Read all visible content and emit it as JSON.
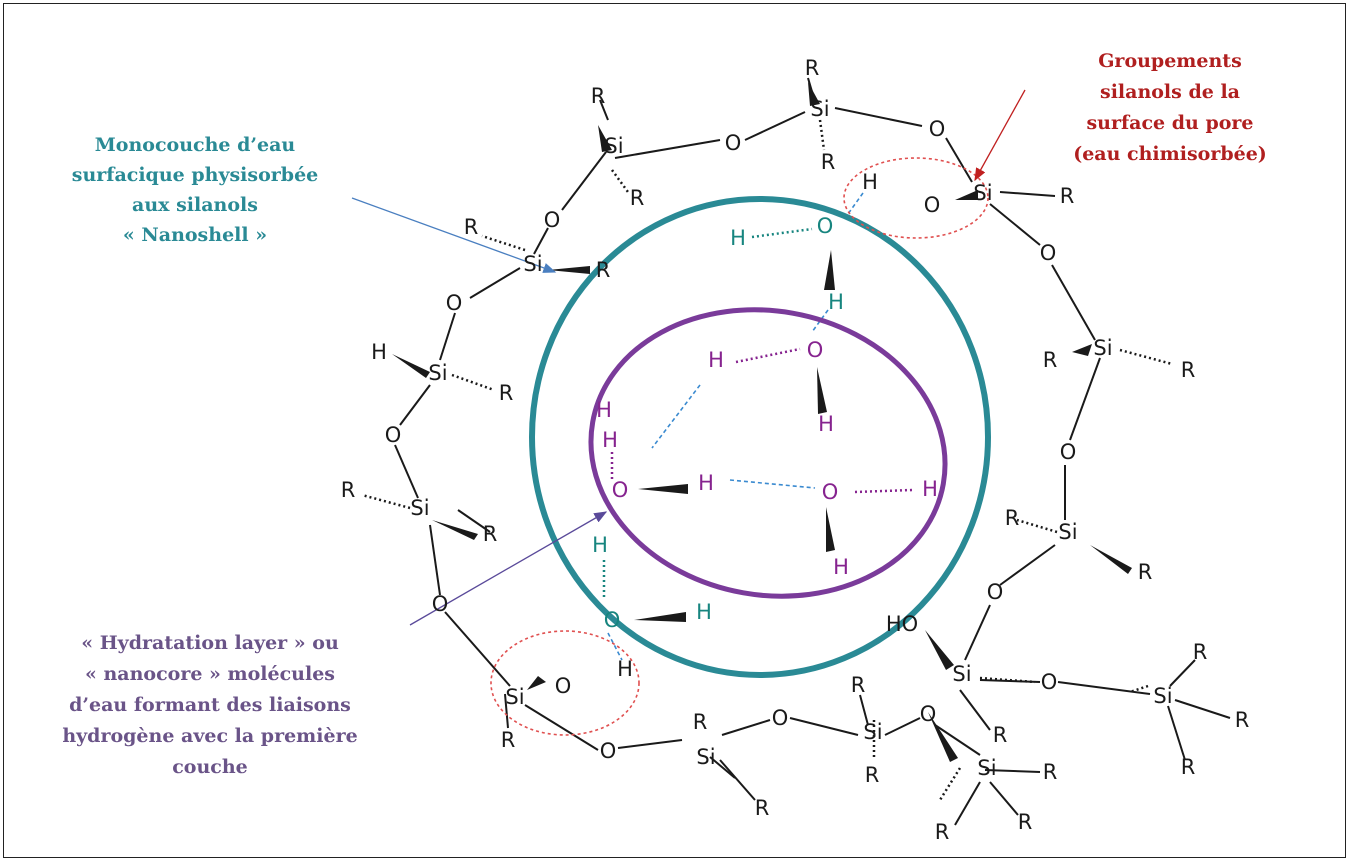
{
  "labels": {
    "groupements": [
      "Groupements",
      "silanols  de la",
      "surface du pore",
      "(eau chimisorbée)"
    ],
    "monocouche": [
      "Monocouche d’eau",
      "surfacique physisorbée",
      "aux silanols",
      "« Nanoshell »"
    ],
    "hydratation": [
      "« Hydratation layer » ou",
      "« nanocore » molécules",
      "d’eau formant des liaisons",
      "hydrogène avec la première",
      "couche"
    ]
  },
  "atoms": {
    "si": "Si",
    "o": "O",
    "h": "H",
    "r": "R",
    "ho": "HO"
  },
  "colors": {
    "groupements_text": "#b01f1f",
    "monocouche_text": "#2a8a95",
    "hydratation_text": "#6a5488",
    "outer_ellipse": "#2a8a95",
    "inner_ellipse": "#7a3b9a",
    "silanol_circle": "#e05050",
    "teal_atoms": "#17857f",
    "purple_atoms": "#86238f"
  }
}
